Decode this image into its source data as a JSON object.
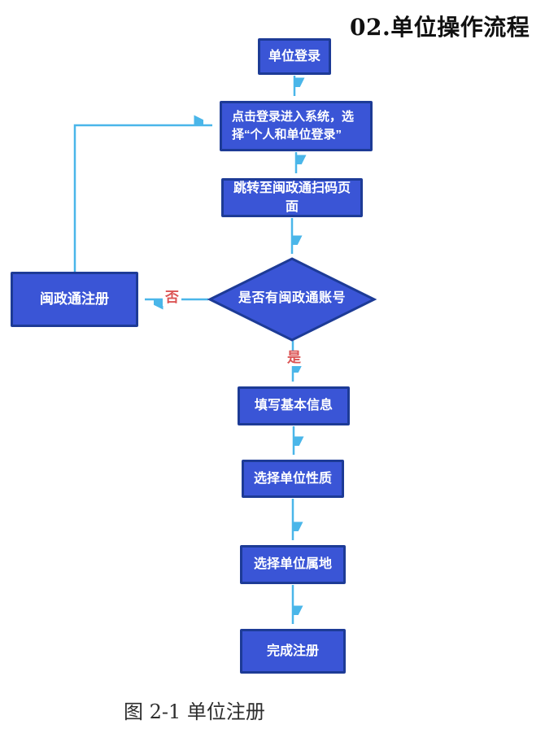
{
  "page": {
    "title": "02.单位操作流程",
    "caption": "图 2-1 单位注册"
  },
  "flowchart": {
    "nodes": {
      "login": "单位登录",
      "click_login": "点击登录进入系统，选择“个人和单位登录”",
      "qr_page": "跳转至闽政通扫码页面",
      "decision": "是否有闽政通账号",
      "register": "闽政通注册",
      "fill_info": "填写基本信息",
      "unit_nature": "选择单位性质",
      "unit_location": "选择单位属地",
      "complete": "完成注册"
    },
    "branch_labels": {
      "yes": "是",
      "no": "否"
    },
    "colors": {
      "node_fill": "#3a55d6",
      "node_border": "#1d3b96",
      "arrow": "#4ab6e9",
      "branch_label": "#db5454"
    }
  }
}
